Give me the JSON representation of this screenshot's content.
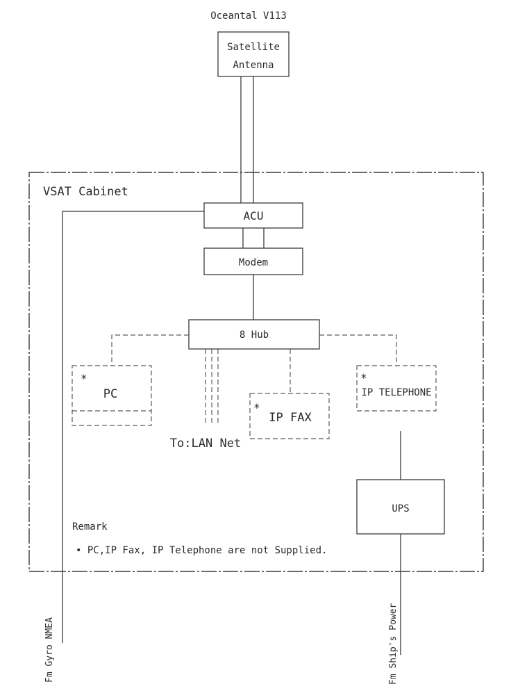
{
  "antenna": {
    "model": "Oceantal V113",
    "label_line1": "Satellite",
    "label_line2": "Antenna"
  },
  "cabinet": {
    "title": "VSAT Cabinet"
  },
  "acu": {
    "label": "ACU"
  },
  "modem": {
    "label": "Modem"
  },
  "hub": {
    "label": "8 Hub"
  },
  "pc": {
    "marker": "*",
    "label": "PC"
  },
  "lan": {
    "label": "To:LAN Net"
  },
  "ipfax": {
    "marker": "*",
    "label": "IP FAX"
  },
  "iptelephone": {
    "marker": "*",
    "label": "IP TELEPHONE"
  },
  "ups": {
    "label": "UPS"
  },
  "remark": {
    "title": "Remark",
    "note": "• PC,IP Fax, IP Telephone are not Supplied."
  },
  "inputs": {
    "gyro": "Fm Gyro NMEA",
    "power": "Fm Ship's Power"
  }
}
